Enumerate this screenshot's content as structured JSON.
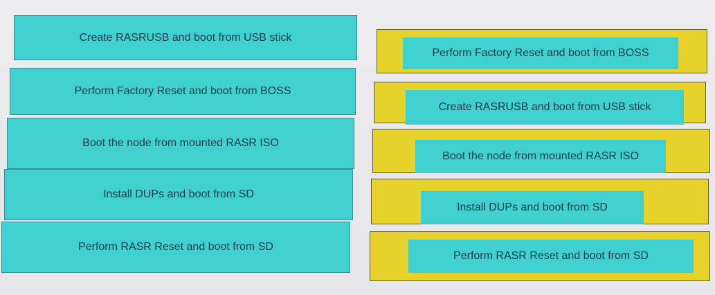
{
  "source_items": [
    {
      "label": "Create RASRUSB and boot from USB stick"
    },
    {
      "label": "Perform Factory Reset and boot from BOSS"
    },
    {
      "label": "Boot the node from mounted RASR ISO"
    },
    {
      "label": "Install DUPs and boot from SD"
    },
    {
      "label": "Perform RASR Reset and boot from SD"
    }
  ],
  "answer_slots": [
    {
      "label": "Perform Factory Reset and boot from BOSS"
    },
    {
      "label": "Create RASRUSB and boot from USB stick"
    },
    {
      "label": "Boot the node from mounted RASR ISO"
    },
    {
      "label": "Install DUPs and boot from SD"
    },
    {
      "label": "Perform RASR Reset and boot from SD"
    }
  ],
  "colors": {
    "item_fill": "#3fd0cf",
    "slot_fill": "#e7d22a",
    "background": "#e9e9ec"
  }
}
